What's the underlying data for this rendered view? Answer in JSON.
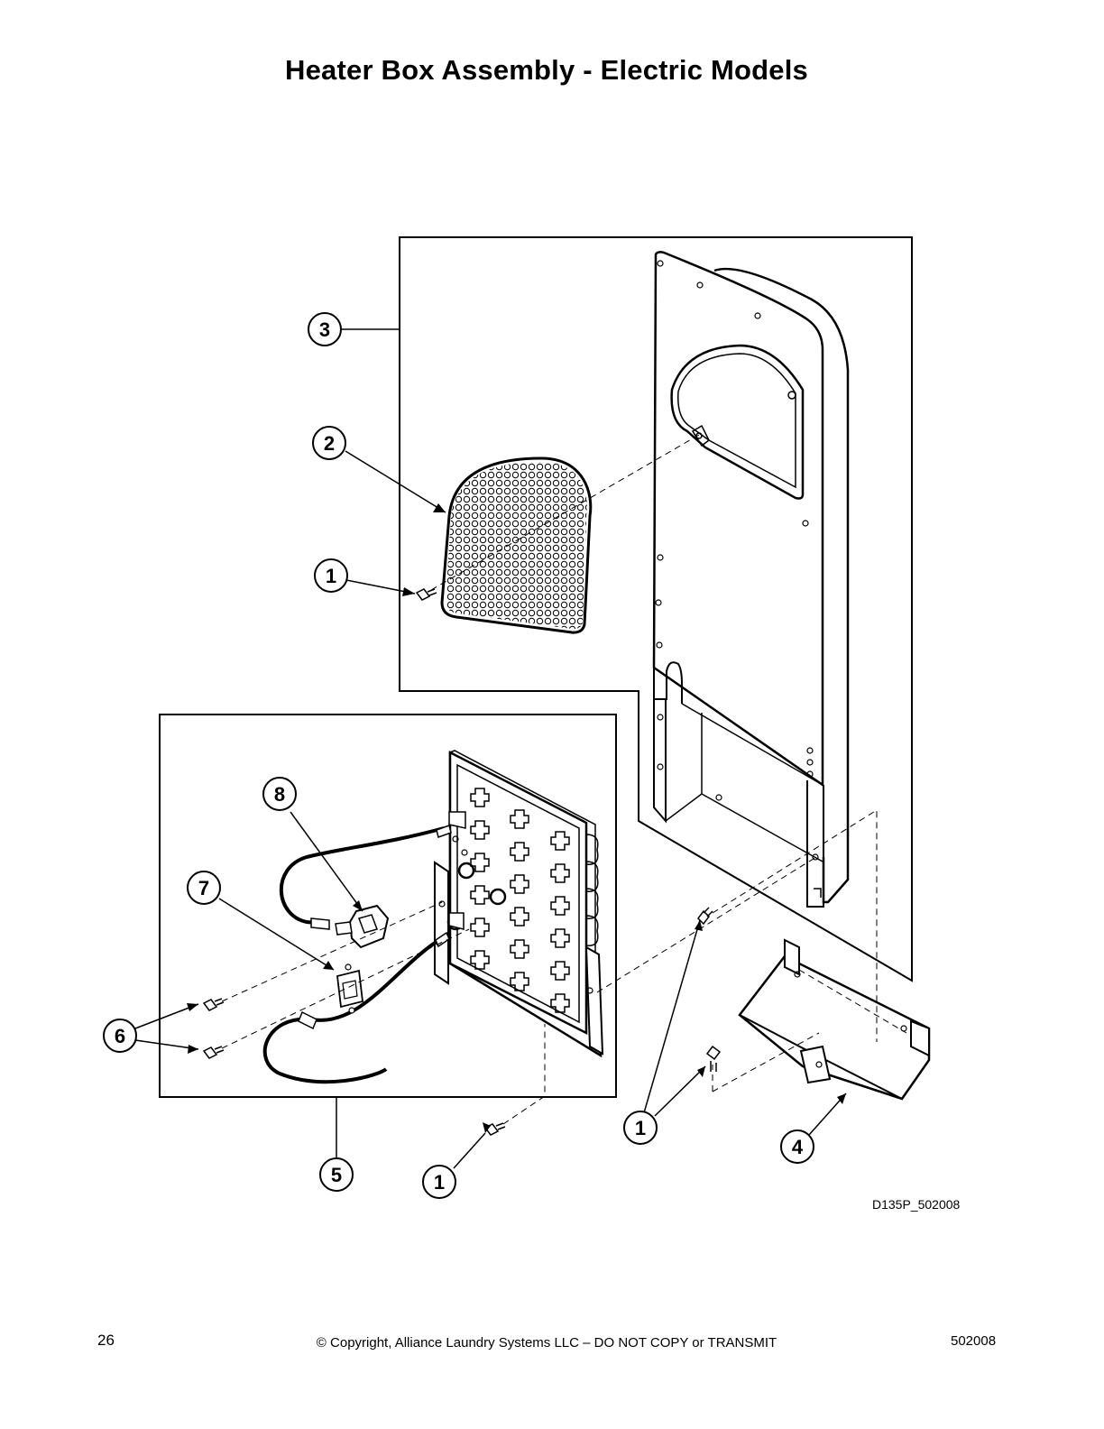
{
  "page": {
    "title": "Heater Box Assembly - Electric Models",
    "drawing_code": "D135P_502008",
    "footer": {
      "page_number": "26",
      "copyright": "© Copyright, Alliance Laundry Systems LLC – DO NOT COPY or TRANSMIT",
      "document_number": "502008"
    }
  },
  "callouts": [
    {
      "id": "c3",
      "label": "3"
    },
    {
      "id": "c2",
      "label": "2"
    },
    {
      "id": "c1a",
      "label": "1"
    },
    {
      "id": "c8",
      "label": "8"
    },
    {
      "id": "c7",
      "label": "7"
    },
    {
      "id": "c6",
      "label": "6"
    },
    {
      "id": "c5",
      "label": "5"
    },
    {
      "id": "c1b",
      "label": "1"
    },
    {
      "id": "c1c",
      "label": "1"
    },
    {
      "id": "c4",
      "label": "4"
    }
  ]
}
